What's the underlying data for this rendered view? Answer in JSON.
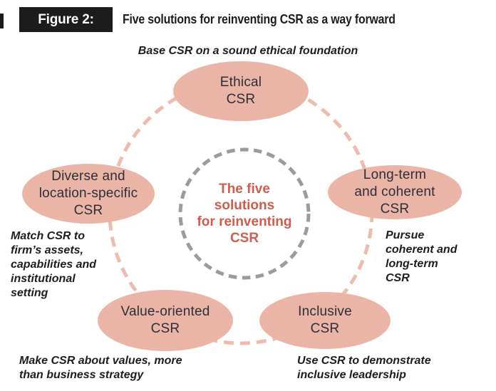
{
  "figure": {
    "tag": "Figure 2:",
    "title": "Five solutions for reinventing CSR as a way forward"
  },
  "center": {
    "label": "The five\nsolutions\nfor reinventing\nCSR"
  },
  "nodes": [
    {
      "id": "ethical",
      "label": "Ethical\nCSR",
      "annotation": "Base CSR on a sound ethical foundation"
    },
    {
      "id": "diverse",
      "label": "Diverse and\nlocation-specific\nCSR",
      "annotation": "Match CSR to\nfirm’s assets,\ncapabilities and\ninstitutional\nsetting"
    },
    {
      "id": "long-term",
      "label": "Long-term\nand coherent\nCSR",
      "annotation": "Pursue\ncoherent and\nlong-term\nCSR"
    },
    {
      "id": "value-oriented",
      "label": "Value-oriented\nCSR",
      "annotation": "Make CSR about values, more\nthan business strategy"
    },
    {
      "id": "inclusive",
      "label": "Inclusive\nCSR",
      "annotation": "Use CSR to demonstrate\ninclusive leadership"
    }
  ],
  "colors": {
    "ellipse_fill": "#eab4a6",
    "outer_dash": "#edbcae",
    "inner_dash": "#9c9c9c",
    "accent_red": "#d05c4d",
    "header_bg": "#1c1c1c",
    "label_text": "#2e2e38",
    "annotation_text": "#1d1d1d"
  }
}
